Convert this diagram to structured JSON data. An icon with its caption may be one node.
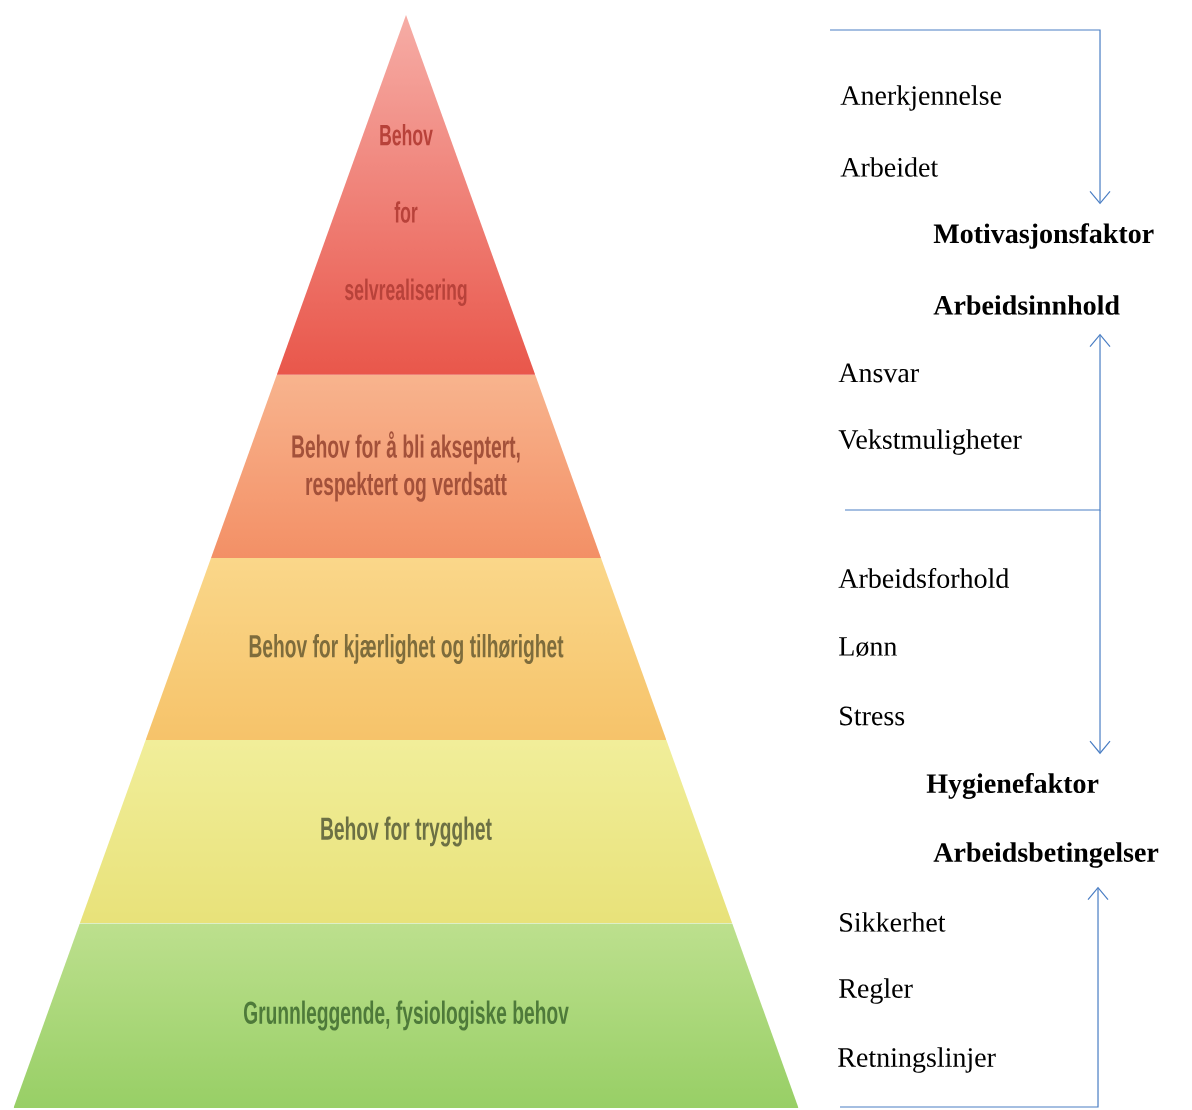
{
  "diagram": {
    "nodes": [
      {
        "text": [
          "Behov for selvrealisering"
        ]
      },
      {
        "text": [
          "Behov for å bli akseptert, respektert og verdsatt"
        ]
      },
      {
        "text": [
          "Behov for kjærlighet og tilhørighet"
        ]
      },
      {
        "text": [
          "Behov for trygghet"
        ]
      },
      {
        "text": [
          "Grunnleggende, fysiologiske behov"
        ]
      },
      {
        "text": [
          "Motivasjonsfaktor"
        ]
      },
      {
        "text": [
          "Arbeidsinnhold"
        ]
      },
      {
        "text": [
          "Hygienefaktor"
        ]
      },
      {
        "text": [
          "Arbeidsbetingelser"
        ]
      }
    ],
    "edges": [
      {
        "from": null,
        "to": 5,
        "arrow": "to"
      },
      {
        "from": null,
        "to": 6,
        "arrow": "to"
      },
      {
        "from": null,
        "to": 7,
        "arrow": "to"
      },
      {
        "from": null,
        "to": 8,
        "arrow": "to"
      }
    ],
    "labels": [
      "Anerkjennelse",
      "Arbeidet",
      "Ansvar",
      "Vekstmuligheter",
      "Arbeidsforhold",
      "Lønn",
      "Stress",
      "Sikkerhet",
      "Regler",
      "Retningslinjer"
    ]
  }
}
